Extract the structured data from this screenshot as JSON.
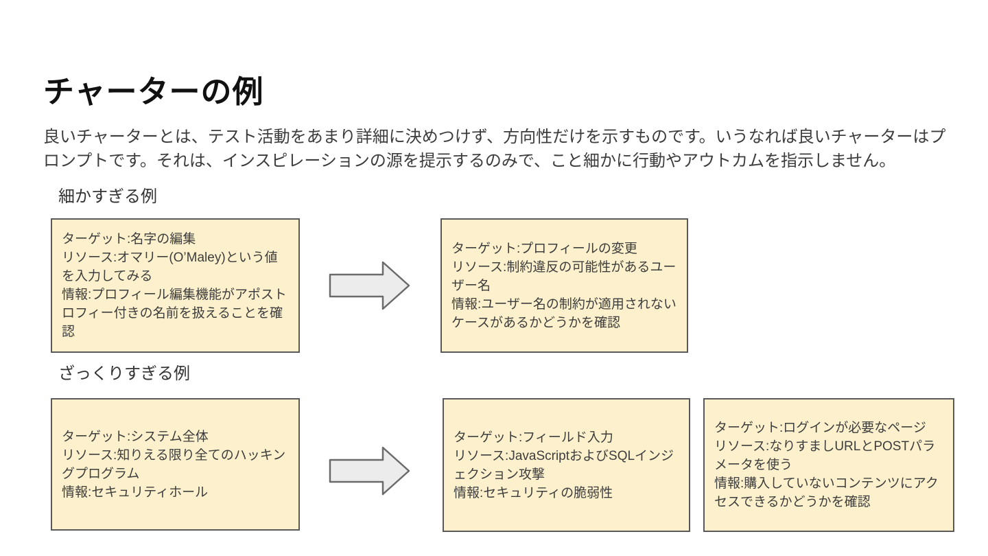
{
  "slide": {
    "title": "チャーターの例",
    "intro": "良いチャーターとは、テスト活動をあまり詳細に決めつけず、方向性だけを示すものです。いうなれば良いチャーターはプロンプトです。それは、インスピレーションの源を提示するのみで、こと細かに行動やアウトカムを指示しません。"
  },
  "examples": {
    "too_detailed": {
      "label": "細かすぎる例",
      "source_box": "ターゲット:名字の編集\nリソース:オマリー(O’Maley)という値を入力してみる\n情報:プロフィール編集機能がアポストロフィー付きの名前を扱えることを確認",
      "result_box": "ターゲット:プロフィールの変更\nリソース:制約違反の可能性があるユーザー名\n情報:ユーザー名の制約が適用されないケースがあるかどうかを確認"
    },
    "too_vague": {
      "label": "ざっくりすぎる例",
      "source_box": "ターゲット:システム全体\nリソース:知りえる限り全てのハッキングプログラム\n情報:セキュリティホール",
      "result_box": "ターゲット:フィールド入力\nリソース:JavaScriptおよびSQLインジェクション攻撃\n情報:セキュリティの脆弱性",
      "result_box_2": "ターゲット:ログインが必要なページ\nリソース:なりすましURLとPOSTパラメータを使う\n情報:購入していないコンテンツにアクセスできるかどうかを確認"
    }
  },
  "icons": {
    "arrow_1": "block-arrow-right",
    "arrow_2": "block-arrow-right"
  },
  "colors": {
    "box_fill": "#fcf1cc",
    "box_border": "#595959",
    "arrow_fill": "#ececec",
    "arrow_border": "#6a6a6a",
    "title_text": "#111111",
    "body_text": "#3c3c3c"
  }
}
